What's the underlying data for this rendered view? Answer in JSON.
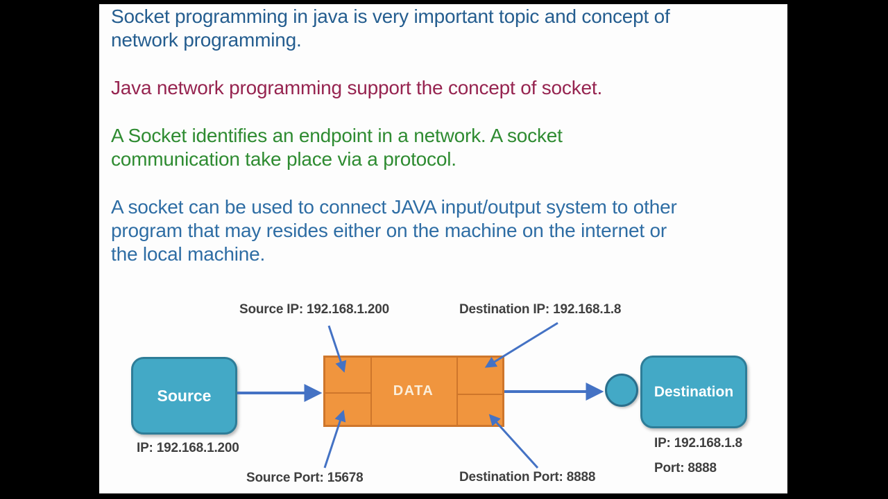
{
  "slide": {
    "paragraphs": [
      {
        "id": "intro",
        "text": "Socket programming in java is very important topic and concept of\nnetwork programming.",
        "color": "#245d8f"
      },
      {
        "id": "java-support",
        "text": "Java network programming support the concept of socket.",
        "color": "#962450"
      },
      {
        "id": "socket-endpoint",
        "text": "A Socket identifies an endpoint in a network. A socket\ncommunication take place via a protocol.",
        "color": "#2e8b31"
      },
      {
        "id": "socket-usage",
        "text": "A socket can be used to connect JAVA input/output system to other\nprogram that may resides either on the machine on the internet or\nthe local machine.",
        "color": "#2e6da4"
      }
    ]
  },
  "diagram": {
    "nodes": {
      "source": "Source",
      "data": "DATA",
      "destination": "Destination"
    },
    "labels": {
      "source_ip_top": "Source IP: 192.168.1.200",
      "destination_ip_top": "Destination IP: 192.168.1.8",
      "source_ip_below": "IP: 192.168.1.200",
      "source_port": "Source Port: 15678",
      "destination_port": "Destination Port: 8888",
      "destination_ip_below": "IP: 192.168.1.8",
      "destination_port_below": "Port: 8888"
    },
    "colors": {
      "node_fill": "#43a9c6",
      "node_border": "#2e7d98",
      "packet_fill": "#f0953e",
      "packet_border": "#ce762b",
      "arrow": "#4472c4",
      "label_text": "#3f3f3f"
    }
  }
}
